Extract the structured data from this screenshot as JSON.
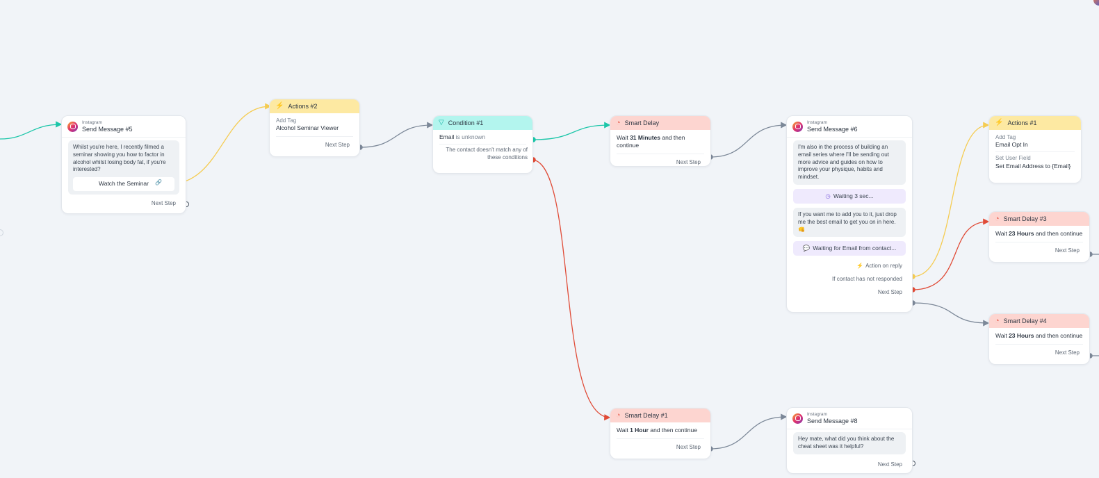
{
  "colors": {
    "teal": "#1cc6a9",
    "yellow": "#f5cc52",
    "gray": "#7c8898",
    "red": "#e04b37"
  },
  "n_msg5": {
    "platform": "Instagram",
    "title": "Send Message #5",
    "text": "Whilst you're here, I recently filmed a seminar showing you how to factor in alcohol whilst losing body fat, if you're interested?",
    "button": "Watch the Seminar",
    "next": "Next Step"
  },
  "n_act2": {
    "title": "Actions #2",
    "label": "Add Tag",
    "value": "Alcohol Seminar Viewer",
    "next": "Next Step"
  },
  "n_cond1": {
    "title": "Condition #1",
    "field": "Email",
    "op": "is unknown",
    "alt": "The contact doesn't match any of these conditions"
  },
  "n_delay": {
    "title": "Smart Delay",
    "pre": "Wait",
    "amount": "31 Minutes",
    "post": "and then continue",
    "next": "Next Step"
  },
  "n_msg6": {
    "platform": "Instagram",
    "title": "Send Message #6",
    "text1": "I'm also in the process of building an email series where I'll be sending out more advice and guides on how to improve your physique, habits and mindset.",
    "wait1": "Waiting 3 sec...",
    "text2": "If you want me to add you to it, just drop me the best email to get you on in here. 👊",
    "wait2": "Waiting for Email from contact...",
    "reply": "Action on reply",
    "noresp": "If contact has not responded",
    "next": "Next Step"
  },
  "n_act1": {
    "title": "Actions #1",
    "l1": "Add Tag",
    "v1": "Email Opt In",
    "l2": "Set User Field",
    "v2": "Set Email Address to {Email}"
  },
  "n_delay3": {
    "title": "Smart Delay #3",
    "pre": "Wait",
    "amount": "23 Hours",
    "post": "and then continue",
    "next": "Next Step"
  },
  "n_delay4": {
    "title": "Smart Delay #4",
    "pre": "Wait",
    "amount": "23 Hours",
    "post": "and then continue",
    "next": "Next Step"
  },
  "n_delay1": {
    "title": "Smart Delay #1",
    "pre": "Wait",
    "amount": "1 Hour",
    "post": "and then continue",
    "next": "Next Step"
  },
  "n_msg8": {
    "platform": "Instagram",
    "title": "Send Message #8",
    "text": "Hey mate, what did you think about the cheat sheet was it helpful?",
    "next": "Next Step"
  }
}
